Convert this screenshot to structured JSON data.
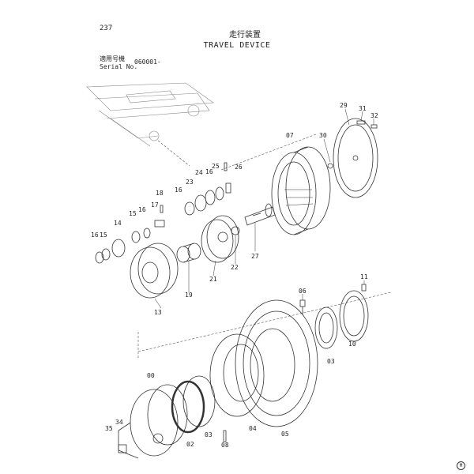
{
  "page_number": "237",
  "title_jp": "走行装置",
  "title_en": "TRAVEL DEVICE",
  "serial_label_jp": "適用号機",
  "serial_label_en": "Serial No.",
  "serial_value": "060001-",
  "footer_mark": "M",
  "part_labels": {
    "l00": "00",
    "l02": "02",
    "l03a": "03",
    "l03b": "03",
    "l04": "04",
    "l05": "05",
    "l06": "06",
    "l07": "07",
    "l08": "08",
    "l10": "10",
    "l11": "11",
    "l13": "13",
    "l14": "14",
    "l15a": "15",
    "l16a": "16",
    "l16b": "16",
    "l16c": "16",
    "l16d": "16",
    "l17": "17",
    "l18": "18",
    "l19": "19",
    "l21": "21",
    "l22": "22",
    "l23": "23",
    "l24": "24",
    "l25": "25",
    "l26": "26",
    "l27": "27",
    "l29": "29",
    "l30": "30",
    "l31": "31",
    "l32": "32",
    "l34": "34",
    "l35": "35"
  }
}
